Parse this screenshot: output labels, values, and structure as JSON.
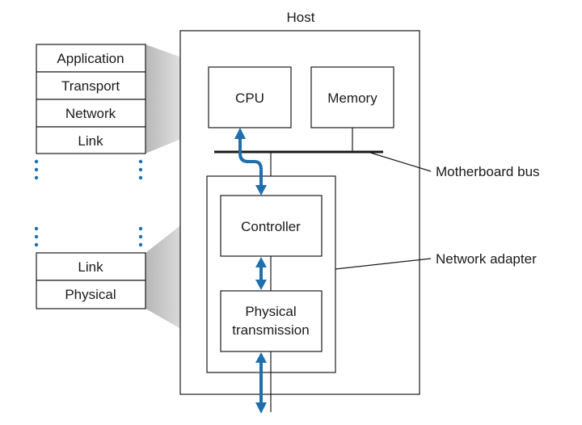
{
  "host": {
    "label": "Host"
  },
  "cpu": {
    "label": "CPU"
  },
  "memory": {
    "label": "Memory"
  },
  "controller": {
    "label": "Controller"
  },
  "physical_transmission": {
    "line1": "Physical",
    "line2": "transmission"
  },
  "callouts": {
    "motherboard_bus": "Motherboard bus",
    "network_adapter": "Network adapter"
  },
  "upper_stack": [
    "Application",
    "Transport",
    "Network",
    "Link"
  ],
  "lower_stack": [
    "Link",
    "Physical"
  ],
  "colors": {
    "arrow": "#1f6fae",
    "shade_dark": "#bdbdbd",
    "shade_light": "#ffffff"
  }
}
